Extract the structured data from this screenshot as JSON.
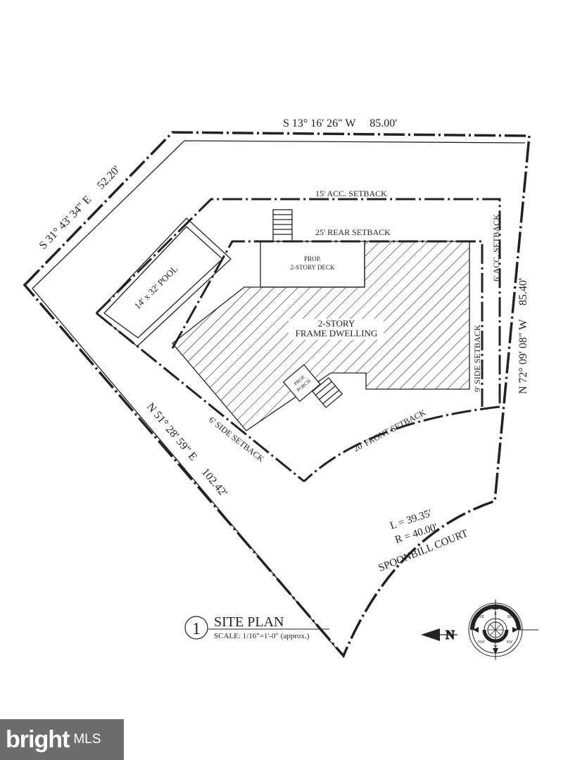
{
  "boundary": {
    "north": "S 13° 16' 26\" W     85.00'",
    "northwest": "S 31° 43' 34\" E     52.20'",
    "east": "N 72° 09' 08\" W     85.40'",
    "southwest": "N 51° 28' 59\" E     102.42'",
    "curve_length": "L = 39.35'",
    "curve_radius": "R = 40.00'",
    "street": "SPOONBILL COURT"
  },
  "setbacks": {
    "acc_rear": "15' ACC. SETBACK",
    "rear": "25' REAR SETBACK",
    "acc_side": "6' ACC. SETBACK",
    "side_right": "9' SIDE SETBACK",
    "side_left": "6' SIDE SETBACK",
    "front": "20' FRONT SETBACK"
  },
  "structures": {
    "pool": "14' x 32' POOL",
    "deck_line1": "PROP.",
    "deck_line2": "2-STORY DECK",
    "dwelling_line1": "2-STORY",
    "dwelling_line2": "FRAME DWELLING",
    "porch_line1": "PROP.",
    "porch_line2": "PORCH"
  },
  "title_block": {
    "number": "1",
    "title": "SITE PLAN",
    "scale": "SCALE: 1/16\"=1'-0\" (approx.)"
  },
  "compass": {
    "north_letter": "N",
    "points": [
      "E",
      "SE",
      "S",
      "SW",
      "W",
      "NW",
      "N",
      "NE"
    ]
  },
  "watermark": {
    "brand": "bright",
    "suffix": "MLS"
  }
}
